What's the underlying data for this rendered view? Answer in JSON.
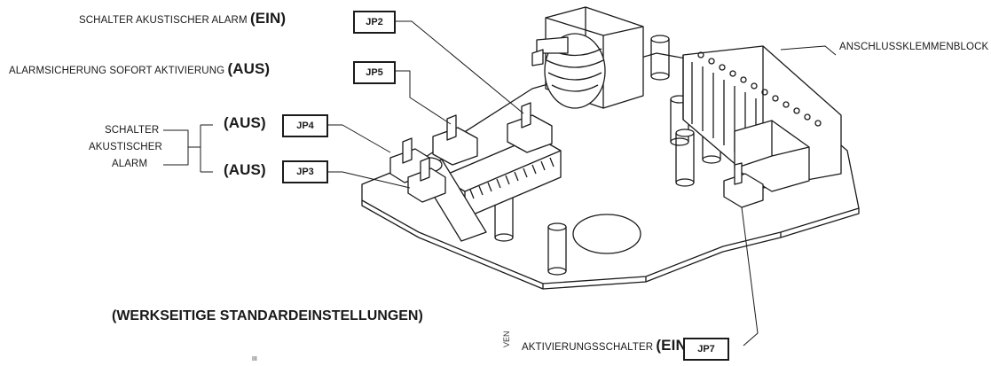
{
  "labels": {
    "jp2_desc": "SCHALTER AKUSTISCHER ALARM",
    "jp2_state": "(EIN)",
    "jp5_desc": "ALARMSICHERUNG SOFORT AKTIVIERUNG",
    "jp5_state": "(AUS)",
    "group_line1": "SCHALTER",
    "group_line2": "AKUSTISCHER",
    "group_line3": "ALARM",
    "jp4_state": "(AUS)",
    "jp3_state": "(AUS)",
    "terminal_block": "ANSCHLUSSKLEMMENBLOCK",
    "jp7_desc": "AKTIVIERUNGSSCHALTER",
    "jp7_state": "(EIN)",
    "vert_fragment": "VEN",
    "tiny_fragment": "III"
  },
  "jumpers": {
    "jp2": "JP2",
    "jp5": "JP5",
    "jp4": "JP4",
    "jp3": "JP3",
    "jp7": "JP7"
  },
  "heading": "(WERKSEITIGE STANDARDEINSTELLUNGEN)"
}
